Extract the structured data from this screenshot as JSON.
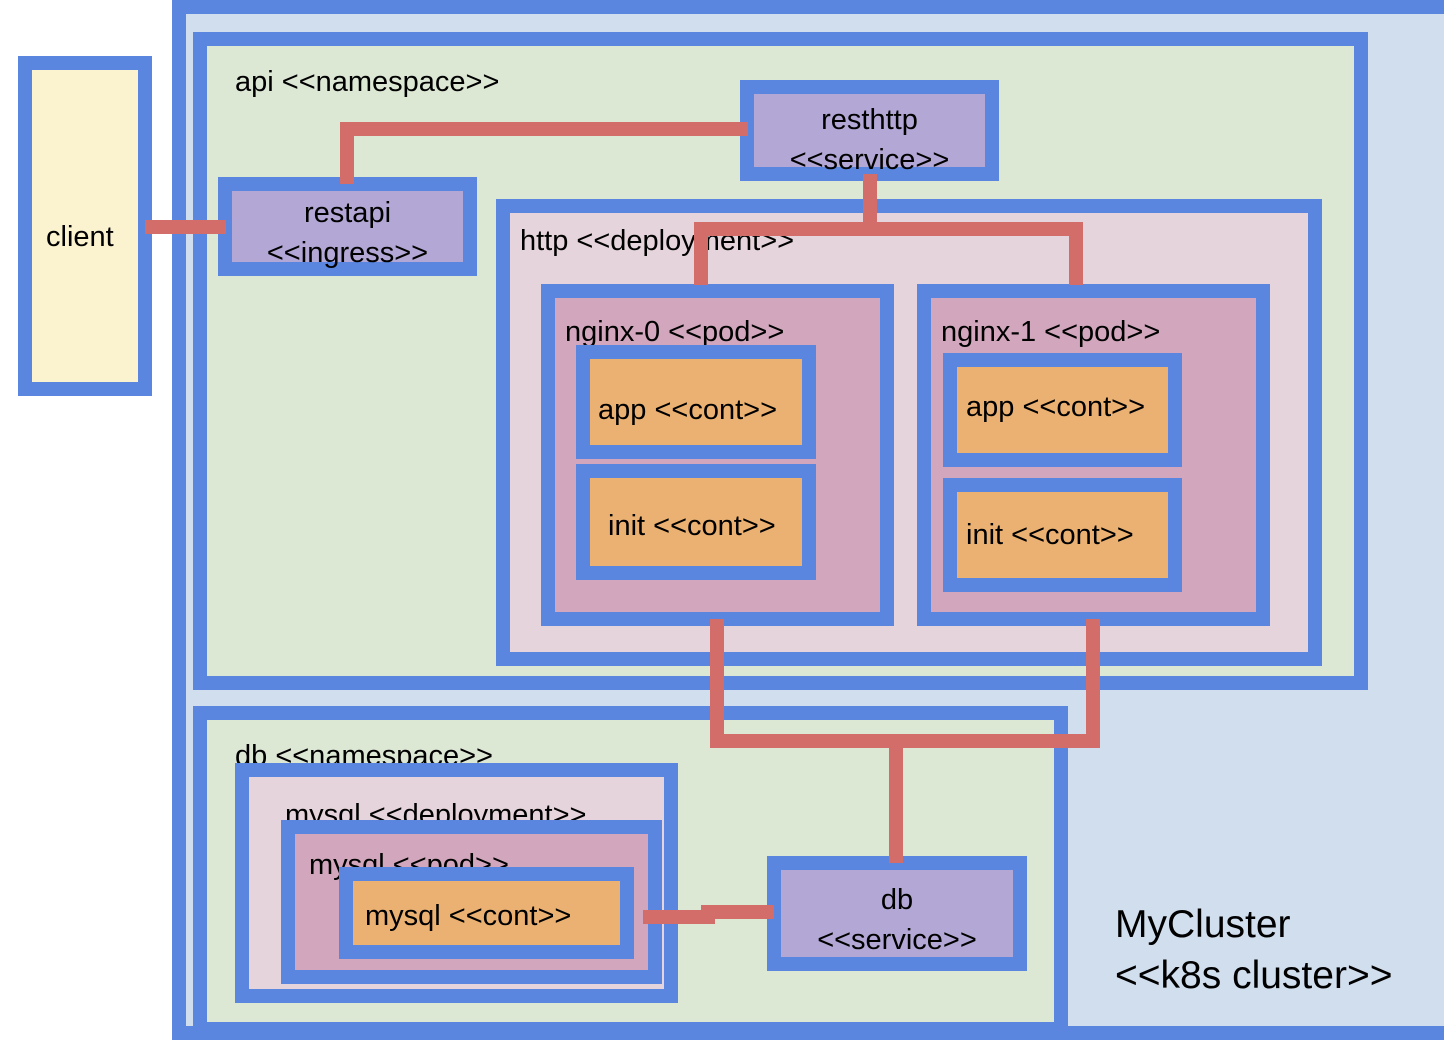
{
  "colors": {
    "border": "#5a86e0",
    "connector": "#d36d6a",
    "cluster": "#d1deee",
    "namespace": "#dce7d4",
    "deployment": "#e5d4db",
    "pod": "#d2a7bd",
    "container": "#ebb172",
    "service": "#b3a7d5",
    "client": "#fbf2cf"
  },
  "client": {
    "label": "client"
  },
  "cluster": {
    "name": "MyCluster",
    "stereotype": "<<k8s cluster>>"
  },
  "api_namespace": {
    "label": "api <<namespace>>",
    "service": {
      "name": "resthttp",
      "stereotype": "<<service>>"
    },
    "ingress": {
      "name": "restapi",
      "stereotype": "<<ingress>>"
    },
    "deployment": {
      "label": "http <<deployment>>",
      "pods": [
        {
          "label": "nginx-0 <<pod>>",
          "containers": [
            "app <<cont>>",
            "init <<cont>>"
          ]
        },
        {
          "label": "nginx-1 <<pod>>",
          "containers": [
            "app <<cont>>",
            "init <<cont>>"
          ]
        }
      ]
    }
  },
  "db_namespace": {
    "label": "db <<namespace>>",
    "deployment": {
      "label": "mysql <<deployment>>",
      "pod": {
        "label": "mysql <<pod>>",
        "container": "mysql <<cont>>"
      }
    },
    "service": {
      "name": "db",
      "stereotype": "<<service>>"
    }
  }
}
